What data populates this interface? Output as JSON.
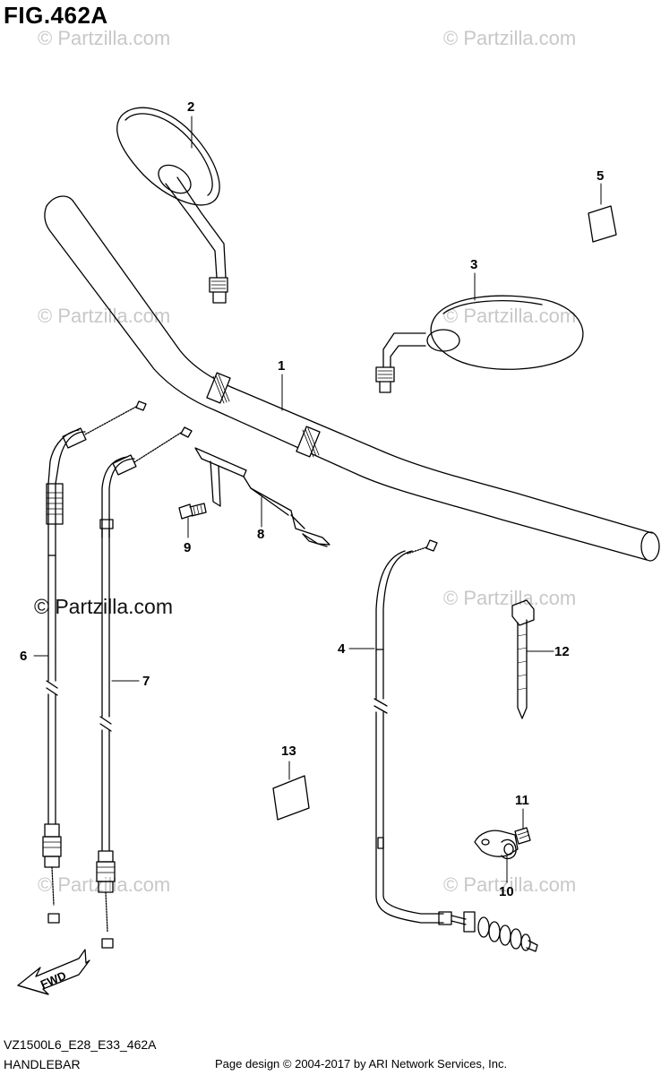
{
  "figure": {
    "title": "FIG.462A",
    "model_code": "VZ1500L6_E28_E33_462A",
    "section_name": "HANDLEBAR",
    "credit": "Page design © 2004-2017 by ARI Network Services, Inc."
  },
  "watermark": {
    "text": "© Partzilla.com",
    "prominent_text": "© Partzilla.com"
  },
  "direction_arrow": {
    "label": "FWD"
  },
  "callouts": [
    "1",
    "2",
    "3",
    "4",
    "5",
    "6",
    "7",
    "8",
    "9",
    "10",
    "11",
    "12",
    "13"
  ]
}
